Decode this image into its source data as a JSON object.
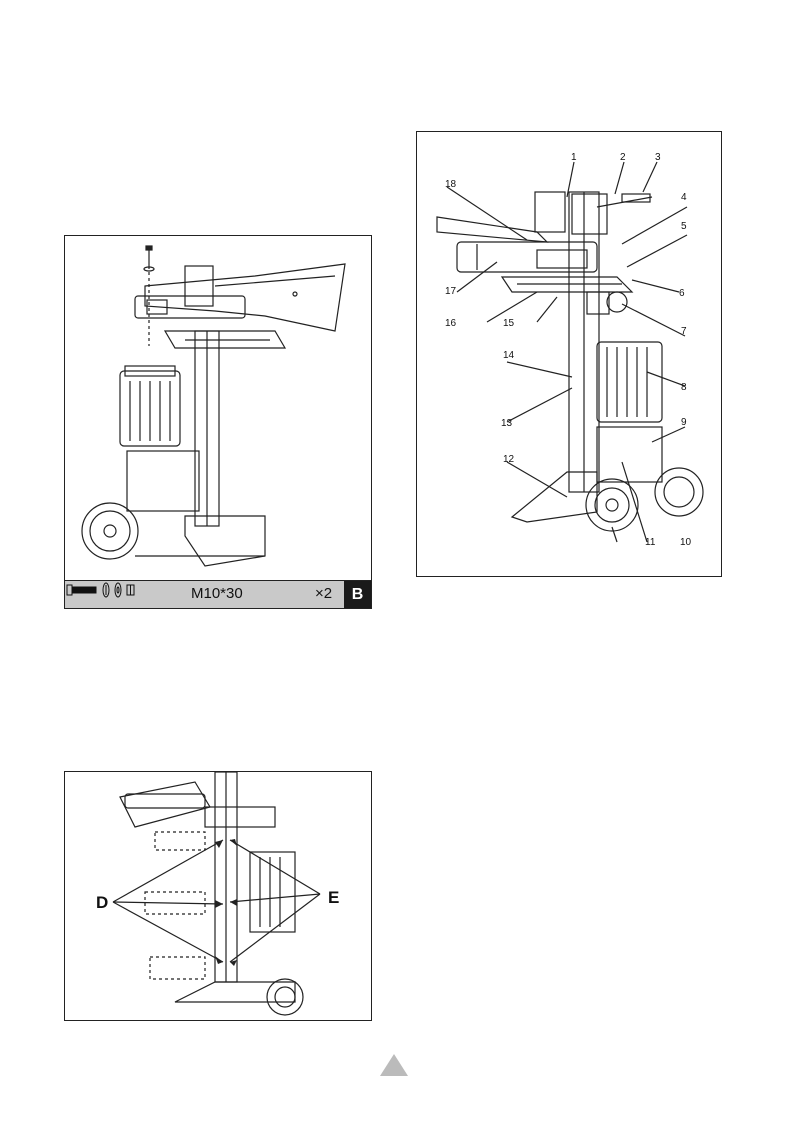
{
  "panel_b": {
    "hardware_spec": "M10*30",
    "hardware_qty": "×2",
    "tag": "B",
    "icons": [
      "bolt-icon",
      "spring-washer-icon",
      "flat-washer-icon",
      "nut-icon"
    ]
  },
  "panel_parts": {
    "callouts": [
      "1",
      "2",
      "3",
      "4",
      "5",
      "6",
      "7",
      "8",
      "9",
      "10",
      "11",
      "12",
      "13",
      "14",
      "15",
      "16",
      "17",
      "18"
    ]
  },
  "panel_de": {
    "label_d": "D",
    "label_e": "E"
  },
  "colors": {
    "line": "#222222",
    "bar": "#c9c9c9",
    "marker": "#bbbbbb"
  }
}
